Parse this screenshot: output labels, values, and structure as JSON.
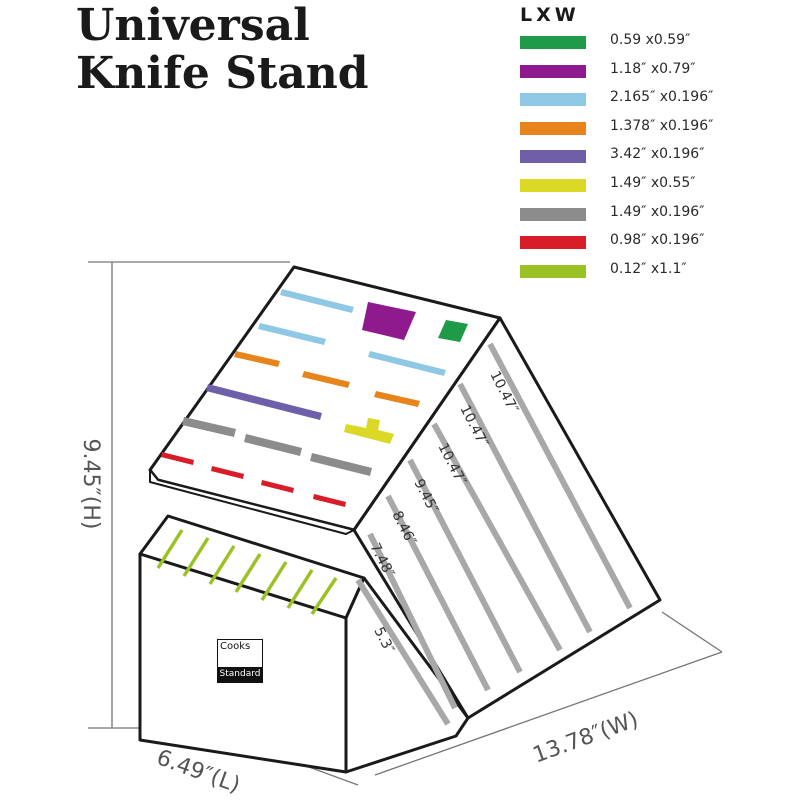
{
  "title": {
    "line1": "Universal",
    "line2": "Knife Stand"
  },
  "legend": {
    "header": "LXW",
    "items": [
      {
        "label": "0.59 x0.59″",
        "color": "#1e9a48"
      },
      {
        "label": "1.18″ x0.79″",
        "color": "#8e1a8e"
      },
      {
        "label": "2.165″ x0.196″",
        "color": "#8ec8e4"
      },
      {
        "label": "1.378″ x0.196″",
        "color": "#e8841c"
      },
      {
        "label": "3.42″ x0.196″",
        "color": "#6e5fa8"
      },
      {
        "label": "1.49″ x0.55″",
        "color": "#dcd826"
      },
      {
        "label": "1.49″ x0.196″",
        "color": "#8c8c8c"
      },
      {
        "label": "0.98″ x0.196″",
        "color": "#d81c28"
      },
      {
        "label": "0.12″ x1.1″",
        "color": "#9ac224"
      }
    ]
  },
  "dimensions": {
    "height": "9.45″(H)",
    "length": "6.49″(L)",
    "width": "13.78″(W)"
  },
  "slot_lengths": [
    "10.47″",
    "10.47″",
    "10.47″",
    "9.45″",
    "8.46″",
    "7.48″",
    "5.3″"
  ],
  "brand": {
    "line1": "Cooks",
    "line2": "Standard"
  }
}
